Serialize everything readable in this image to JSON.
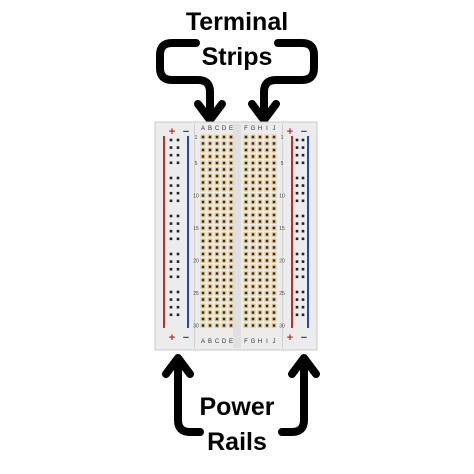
{
  "labels": {
    "top_line1": "Terminal",
    "top_line2": "Strips",
    "bottom_line1": "Power",
    "bottom_line2": "Rails"
  },
  "breadboard": {
    "rows": 30,
    "row_numbers": [
      "1",
      "5",
      "10",
      "15",
      "20",
      "25",
      "30"
    ],
    "left_columns": [
      "A",
      "B",
      "C",
      "D",
      "E"
    ],
    "right_columns": [
      "F",
      "G",
      "H",
      "I",
      "J"
    ],
    "rail_plus": "+",
    "rail_minus": "−"
  },
  "colors": {
    "board": "#ececec",
    "board_edge": "#c8c8c8",
    "hole": "#3a2c1c",
    "contact": "#e3c88a",
    "rail_red": "#d32424",
    "rail_blue": "#2445c8",
    "arrow": "#000000"
  }
}
